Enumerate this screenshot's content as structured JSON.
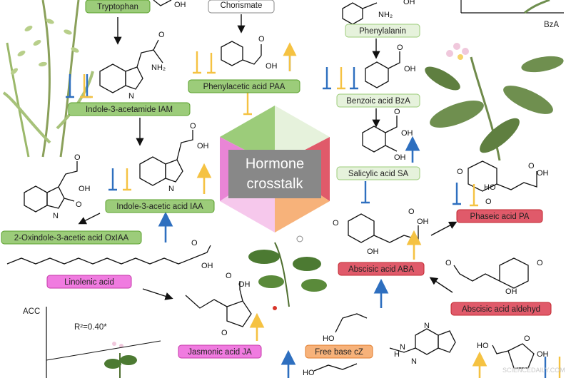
{
  "center": {
    "line1": "Hormone",
    "line2": "crosstalk"
  },
  "colors": {
    "green": "#9ccc7a",
    "green_border": "#5aa02c",
    "pale_green": "#e6f2dc",
    "red": "#e05a6a",
    "red_border": "#c1272d",
    "pink": "#f07be0",
    "pink_border": "#c43aa8",
    "orange": "#f7b27a",
    "orange_border": "#e07b2a",
    "up_arrow": "#f5c242",
    "inhibit_blue": "#2e6fbf",
    "inhibit_yellow": "#f5c242"
  },
  "compounds": {
    "tryptophan": "Tryptophan",
    "chorismate": "Chorismate",
    "phenylalanin": "Phenylalanin",
    "paa": "Phenylacetic acid PAA",
    "bza": "Benzoic acid BzA",
    "iam": "Indole-3-acetamide IAM",
    "sa": "Salicylic acid SA",
    "iaa": "Indole-3-acetic acid IAA",
    "pa": "Phaseic acid PA",
    "oxiaa": "2-Oxindole-3-acetic acid OxIAA",
    "aba": "Abscisic acid ABA",
    "linolenic": "Linolenic acid",
    "aba_aldehyd": "Abscisic acid aldehyd",
    "ja": "Jasmonic acid JA",
    "cz": "Free base cZ"
  },
  "chem_labels": {
    "oh": "OH",
    "o": "O",
    "nh2": "NH₂",
    "h": "H",
    "n": "N",
    "ho": "HO"
  },
  "plot_labels": {
    "bza_axis": "BzA",
    "acc_axis": "ACC",
    "r2": "R²=0.40*"
  },
  "watermark": "SCIENCEDAILY.COM"
}
